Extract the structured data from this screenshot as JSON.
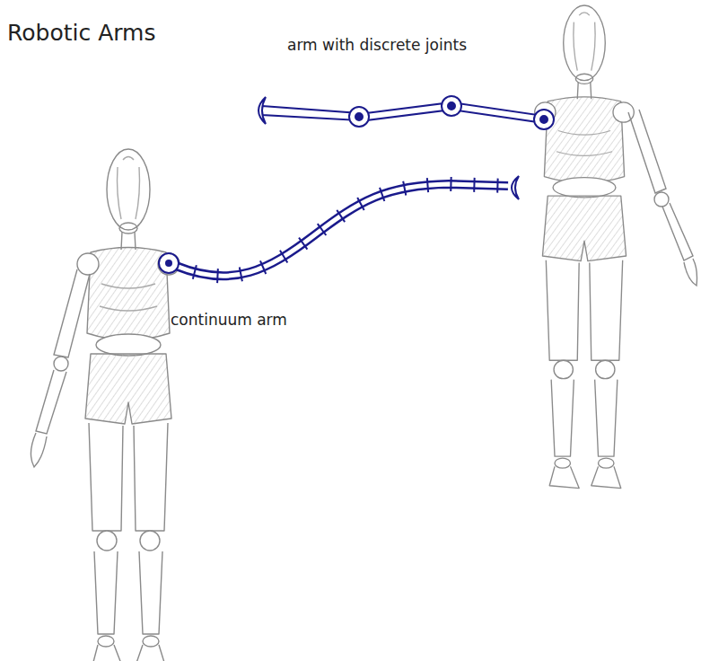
{
  "diagram": {
    "title": "Robotic Arms",
    "labels": [
      "arm with discrete joints",
      "continuum arm"
    ]
  }
}
